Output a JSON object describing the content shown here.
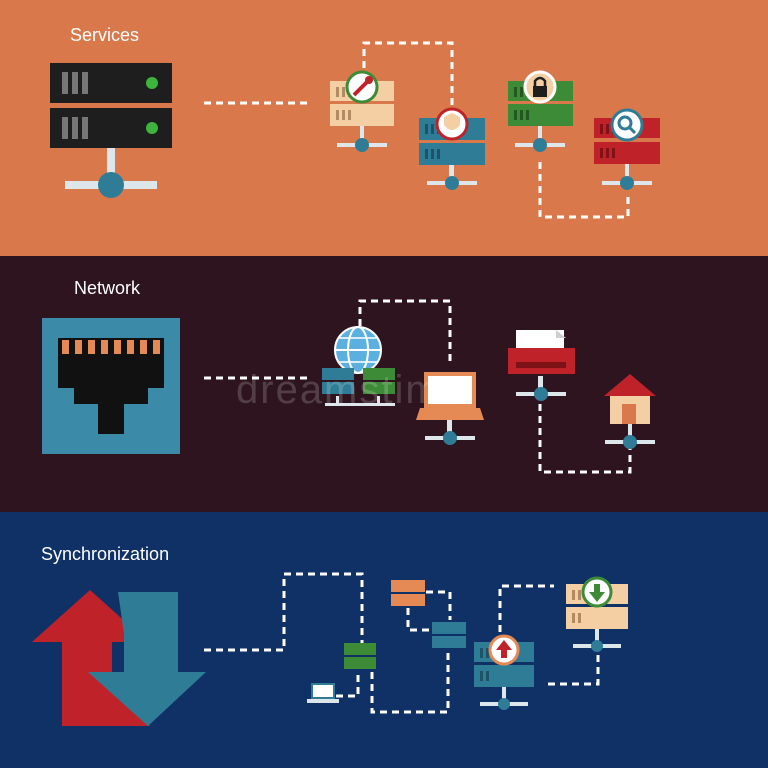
{
  "colors": {
    "services_bg": "#D9794B",
    "network_bg": "#2E141E",
    "sync_bg": "#0F3166",
    "dark_server": "#1E1E1E",
    "teal": "#2F7C96",
    "beige": "#F3CFA3",
    "green": "#3E8B37",
    "red": "#C0222A",
    "port_bg": "#3A8AA8",
    "port_pins": "#E58A55",
    "dashed": "#FFFFFF"
  },
  "services": {
    "title": "Services",
    "icons": [
      "server-rack-icon",
      "wrench-server-icon",
      "shield-server-icon",
      "lock-server-icon",
      "search-server-icon"
    ]
  },
  "network": {
    "title": "Network",
    "icons": [
      "ethernet-port-icon",
      "globe-servers-icon",
      "laptop-icon",
      "printer-icon",
      "house-icon"
    ]
  },
  "synchronization": {
    "title": "Synchronization",
    "icons": [
      "sync-arrows-icon",
      "small-laptop-icon",
      "upload-server-icon",
      "download-server-icon"
    ]
  },
  "watermark": "dreamstime"
}
